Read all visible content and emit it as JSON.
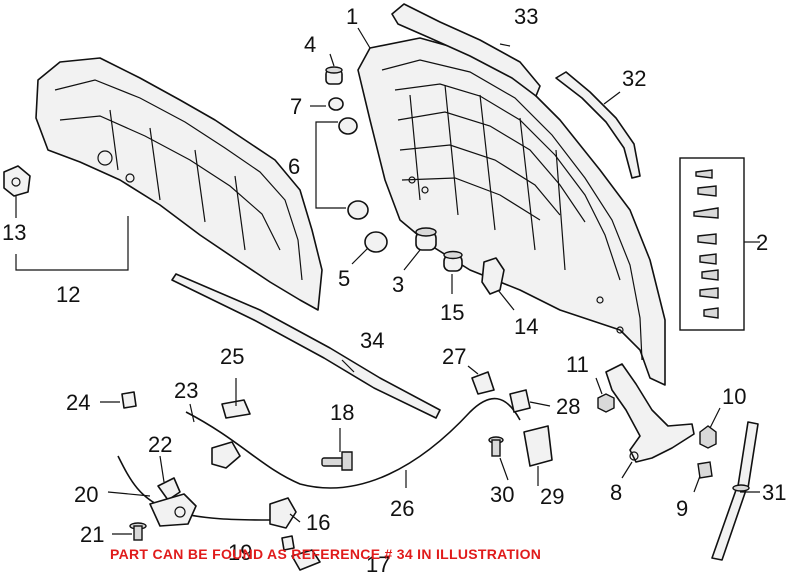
{
  "callouts": {
    "c1": "1",
    "c2": "2",
    "c3": "3",
    "c4": "4",
    "c5": "5",
    "c6": "6",
    "c7": "7",
    "c8": "8",
    "c9": "9",
    "c10": "10",
    "c11": "11",
    "c12": "12",
    "c13": "13",
    "c14": "14",
    "c15": "15",
    "c16": "16",
    "c17": "17",
    "c18": "18",
    "c19": "19",
    "c20": "20",
    "c21": "21",
    "c22": "22",
    "c23": "23",
    "c24": "24",
    "c25": "25",
    "c26": "26",
    "c27": "27",
    "c28": "28",
    "c29": "29",
    "c30": "30",
    "c31": "31",
    "c32": "32",
    "c33": "33",
    "c34": "34"
  },
  "caption": "PART CAN BE FOUND AS REFERENCE # 34 IN ILLUSTRATION",
  "colors": {
    "caption": "#e01b1b",
    "line": "#111111",
    "part_fill": "#f2f2f2"
  }
}
